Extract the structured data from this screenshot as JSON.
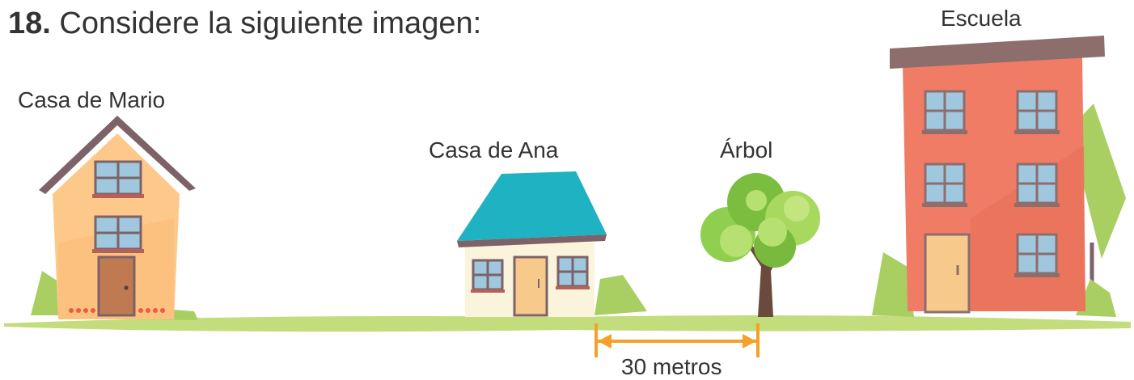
{
  "question": {
    "number": "18.",
    "text": "Considere la siguiente imagen:"
  },
  "labels": {
    "house_mario": "Casa de Mario",
    "house_ana": "Casa de Ana",
    "tree": "Árbol",
    "school": "Escuela"
  },
  "distance": {
    "label": "30 metros",
    "color": "#f5a02a"
  },
  "colors": {
    "ground": "#c3dd7d",
    "mario_wall": "#fdc98a",
    "mario_roof": "#7d6268",
    "ana_roof": "#1fb2c2",
    "ana_wall": "#fbf4dc",
    "tree_leaves": "#8fce4e",
    "school_wall": "#f07c66",
    "school_roof": "#8e6d6d",
    "window_glass": "#9fc7de",
    "door": "#f7c98b"
  }
}
